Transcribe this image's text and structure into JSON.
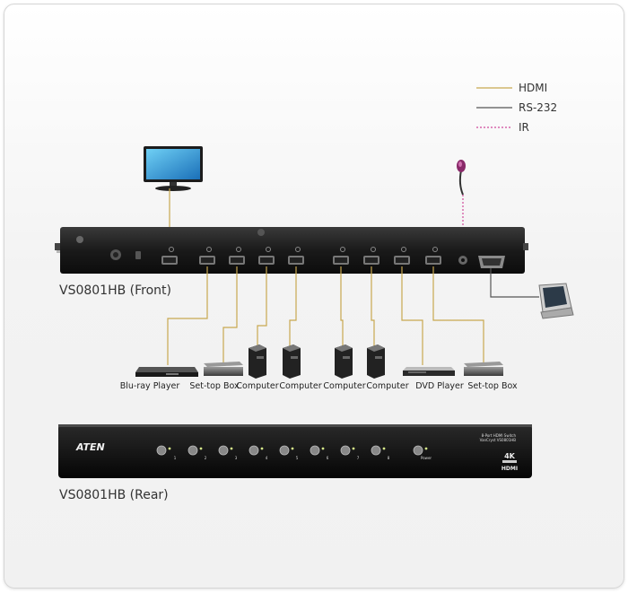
{
  "legend": {
    "items": [
      {
        "label": "HDMI",
        "color": "#c8a850",
        "style": "solid"
      },
      {
        "label": "RS-232",
        "color": "#555555",
        "style": "solid"
      },
      {
        "label": "IR",
        "color": "#d04a9a",
        "style": "dashed"
      }
    ]
  },
  "front": {
    "caption": "VS0801HB (Front)",
    "devices": [
      {
        "label": "Blu-ray Player",
        "icon": "bluray-player-icon"
      },
      {
        "label": "Set-top Box",
        "icon": "set-top-box-icon"
      },
      {
        "label": "Computer",
        "icon": "computer-tower-icon"
      },
      {
        "label": "Computer",
        "icon": "computer-tower-icon"
      },
      {
        "label": "Computer",
        "icon": "computer-tower-icon"
      },
      {
        "label": "Computer",
        "icon": "computer-tower-icon"
      },
      {
        "label": "DVD Player",
        "icon": "dvd-player-icon"
      },
      {
        "label": "Set-top Box",
        "icon": "set-top-box-icon"
      }
    ]
  },
  "rear": {
    "caption": "VS0801HB (Rear)",
    "brand": "ATEN",
    "model_line1": "8-Port HDMI Switch",
    "model_line2": "VanCryst VS0801HB",
    "port_numbers": [
      "1",
      "2",
      "3",
      "4",
      "5",
      "6",
      "7",
      "8"
    ],
    "power_label": "Power",
    "badge_4k": "4K",
    "badge_hdmi": "HDMI"
  },
  "colors": {
    "hdmi": "#c8a850",
    "rs232": "#555555",
    "ir": "#d04a9a",
    "switch_body": "#1e1e1e"
  }
}
